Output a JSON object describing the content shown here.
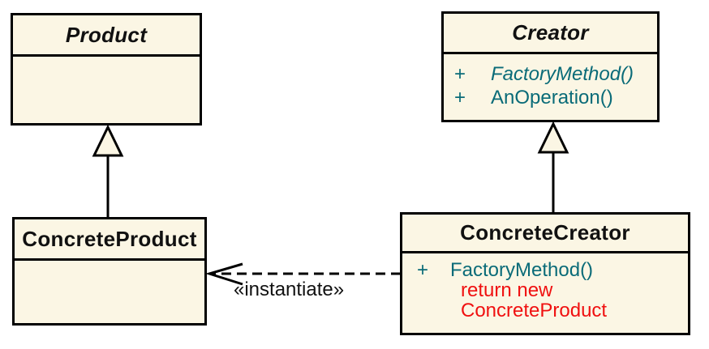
{
  "diagram": {
    "kind": "UML class diagram — Factory Method pattern",
    "instantiate_label": "«instantiate»"
  },
  "classes": {
    "product": {
      "name": "Product",
      "abstract": true
    },
    "creator": {
      "name": "Creator",
      "abstract": true,
      "methods": [
        {
          "visibility": "+",
          "name": "FactoryMethod()",
          "abstract": true
        },
        {
          "visibility": "+",
          "name": "AnOperation()",
          "abstract": false
        }
      ]
    },
    "concrete_product": {
      "name": "ConcreteProduct",
      "abstract": false
    },
    "concrete_creator": {
      "name": "ConcreteCreator",
      "abstract": false,
      "methods": [
        {
          "visibility": "+",
          "name": "FactoryMethod()",
          "abstract": false
        }
      ],
      "pseudocode": [
        "return new",
        "ConcreteProduct"
      ]
    }
  },
  "relationships": [
    {
      "type": "generalization",
      "from": "ConcreteProduct",
      "to": "Product"
    },
    {
      "type": "generalization",
      "from": "ConcreteCreator",
      "to": "Creator"
    },
    {
      "type": "dependency",
      "from": "ConcreteCreator",
      "to": "ConcreteProduct",
      "stereotype": "«instantiate»"
    }
  ],
  "colors": {
    "class_fill": "#FBF6E4",
    "border": "#000000",
    "method_text": "#0A6B78",
    "pseudocode_text": "#F01010",
    "label_text": "#111111",
    "background": "#FFFFFF"
  }
}
